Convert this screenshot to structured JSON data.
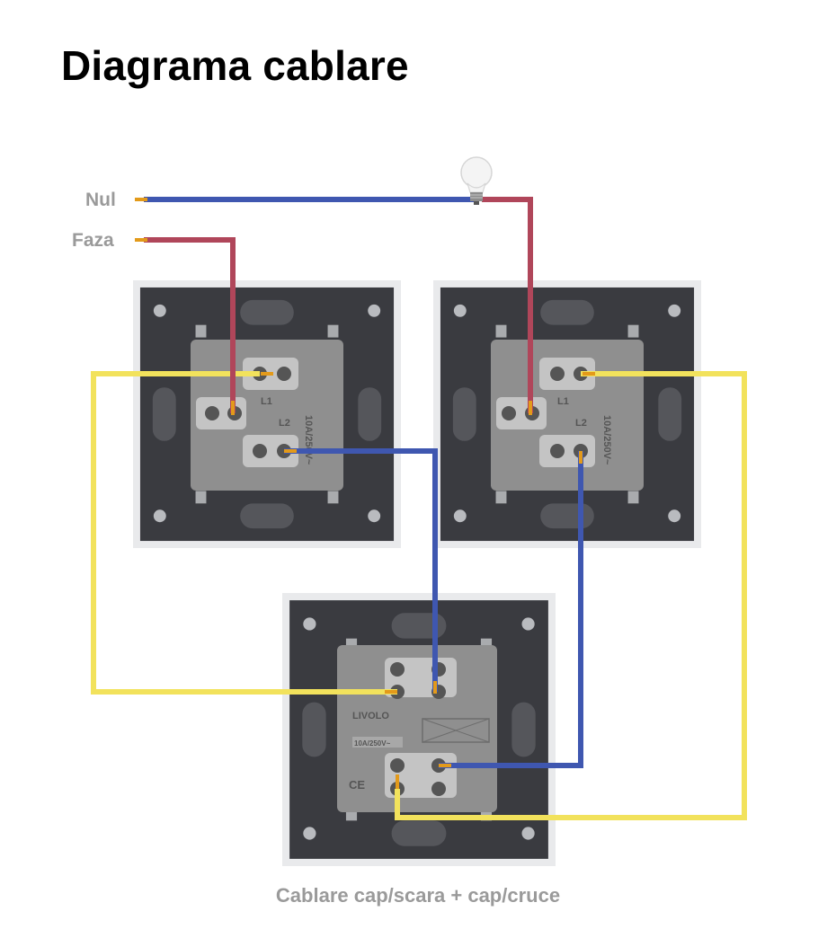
{
  "title": "Diagrama cablare",
  "caption": "Cablare cap/scara + cap/cruce",
  "wire_labels": {
    "neutral": "Nul",
    "phase": "Faza"
  },
  "switch_markings": {
    "rating": "10A/250V~",
    "l1": "L1",
    "l2": "L2",
    "brand": "LIVOLO",
    "ce": "CE"
  },
  "colors": {
    "neutral": "#3f57b0",
    "phase": "#b0465a",
    "traveler": "#f2e25c",
    "copper": "#e39a1a",
    "plate": "#3a3b40",
    "module": "#8f8f8f",
    "label": "#9a9a9a"
  }
}
